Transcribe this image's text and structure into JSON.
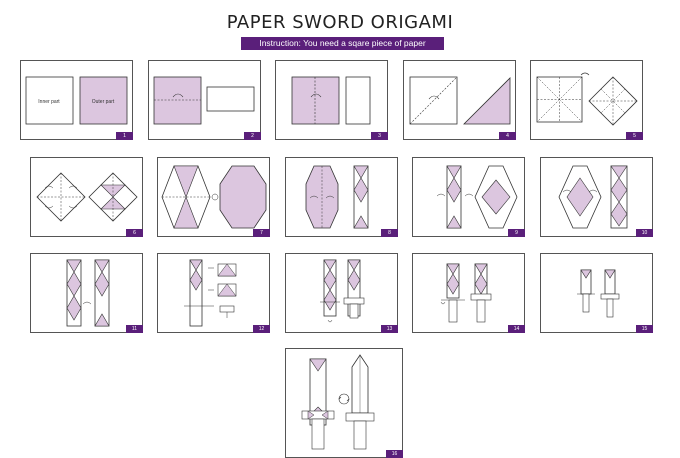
{
  "title": "PAPER SWORD ORIGAMI",
  "subtitle": "Instruction: You need a sqare piece of paper",
  "colors": {
    "paper": "#dcc6df",
    "accent": "#5a1f7a",
    "line": "#333333"
  },
  "step1": {
    "inner_label": "Inner part",
    "outer_label": "Outer part"
  },
  "steps": [
    "1",
    "2",
    "3",
    "4",
    "5",
    "6",
    "7",
    "8",
    "9",
    "10",
    "11",
    "12",
    "13",
    "14",
    "15",
    "16"
  ]
}
